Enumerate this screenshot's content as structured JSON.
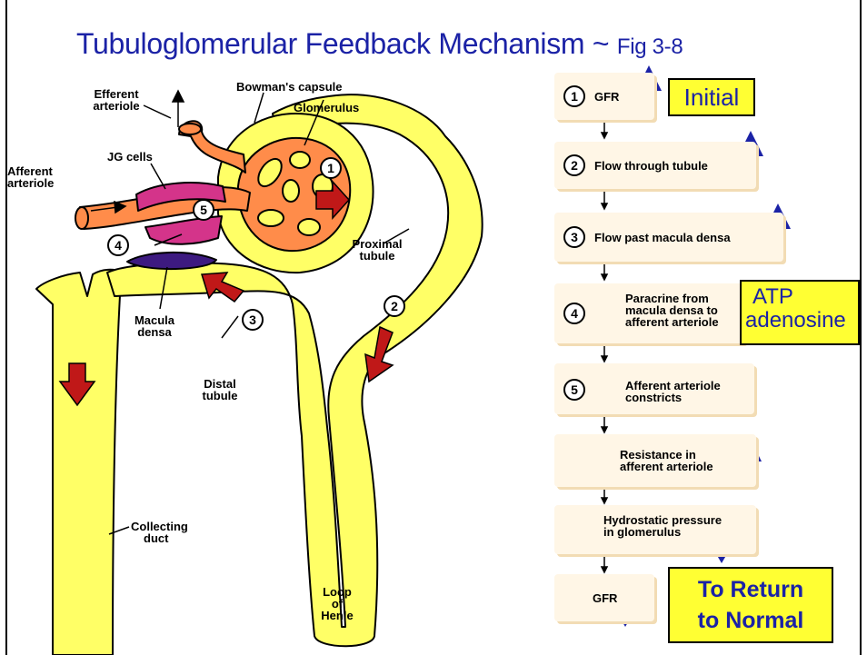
{
  "title": {
    "main": "Tubuloglomerular Feedback Mechanism ~ ",
    "fig": "Fig 3-8"
  },
  "anatomy_labels": {
    "bowmans_capsule": "Bowman's capsule",
    "glomerulus": "Glomerulus",
    "efferent_1": "Efferent",
    "efferent_2": "arteriole",
    "jg_cells": "JG cells",
    "afferent_1": "Afferent",
    "afferent_2": "arteriole",
    "proximal_1": "Proximal",
    "proximal_2": "tubule",
    "macula_1": "Macula",
    "macula_2": "densa",
    "distal_1": "Distal",
    "distal_2": "tubule",
    "collecting_1": "Collecting",
    "collecting_2": "duct",
    "loop_1": "Loop",
    "loop_2": "of",
    "loop_3": "Henle"
  },
  "diagram_numbers": [
    "1",
    "2",
    "3",
    "4",
    "5"
  ],
  "flow_steps": [
    {
      "num": "1",
      "text": "GFR"
    },
    {
      "num": "2",
      "text": "Flow through tubule"
    },
    {
      "num": "3",
      "text": "Flow past macula densa"
    },
    {
      "num": "4",
      "line1": "Paracrine from",
      "line2": "macula densa to",
      "line3": "afferent arteriole"
    },
    {
      "num": "5",
      "line1": "Afferent arteriole",
      "line2": "constricts"
    },
    {
      "line1": "Resistance in",
      "line2": "afferent arteriole"
    },
    {
      "line1": "Hydrostatic pressure",
      "line2": "in glomerulus"
    },
    {
      "text": "GFR"
    }
  ],
  "callouts": {
    "initial": "Initial",
    "atp_1": "ATP",
    "atp_2": "adenosine",
    "return_1": "To Return",
    "return_2": "to Normal"
  },
  "colors": {
    "title": "#1b22a6",
    "tubule_fill": "#ffff66",
    "vessel_fill": "#ff8c4a",
    "jg_cells": "#d4348a",
    "macula_densa": "#3d1a80",
    "flow_arrow": "#c01818",
    "blue_arrow": "#1b22a6",
    "step_box": "#fff6e6",
    "callout": "#ffff33"
  }
}
